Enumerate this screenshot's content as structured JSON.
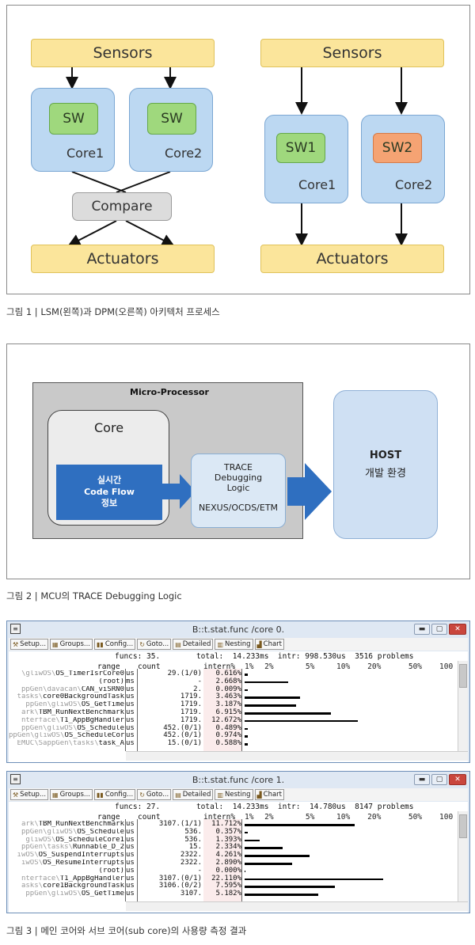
{
  "fig1": {
    "left": {
      "sensors": "Sensors",
      "sw1": "SW",
      "sw2": "SW",
      "core1": "Core1",
      "core2": "Core2",
      "compare": "Compare",
      "actuators": "Actuators"
    },
    "right": {
      "sensors": "Sensors",
      "sw1": "SW1",
      "sw2": "SW2",
      "core1": "Core1",
      "core2": "Core2",
      "actuators": "Actuators"
    },
    "caption": "그림 1 | LSM(왼쪽)과 DPM(오른쪽) 아키텍처 프로세스"
  },
  "fig2": {
    "mp_title": "Micro-Processor",
    "core_label": "Core",
    "rt_line1": "실시간",
    "rt_line2": "Code Flow",
    "rt_line3": "정보",
    "trace_line1": "TRACE",
    "trace_line2": "Debugging",
    "trace_line3": "Logic",
    "trace_line4": "NEXUS/OCDS/ETM",
    "host_title": "HOST",
    "host_sub": "개발 환경",
    "caption": "그림 2 | MCU의 TRACE Debugging Logic"
  },
  "fig3": {
    "toolbar": [
      "Setup...",
      "Groups...",
      "Config...",
      "Goto...",
      "Detailed",
      "Nesting",
      "Chart"
    ],
    "columns": {
      "range": "range",
      "count": "count",
      "intern": "intern%"
    },
    "scale": [
      "1%",
      "2%",
      "5%",
      "10%",
      "20%",
      "50%",
      "100"
    ],
    "scale_values": [
      1,
      2,
      5,
      10,
      20,
      50,
      100
    ],
    "win0": {
      "title": "B::t.stat.func /core 0.",
      "summary": "funcs: 35.        total:  14.233ms  intr: 998.530us  3516 problems",
      "rows": [
        {
          "prefix": "\\gliwOS\\",
          "name": "OS_TimerIsrCore0",
          "unit": "us",
          "count": "29.(1/0)",
          "pct": "0.616%",
          "value": 0.616
        },
        {
          "prefix": "",
          "name": "(root)",
          "unit": "ms",
          "count": "-",
          "pct": "2.668%",
          "value": 2.668
        },
        {
          "prefix": "ppGen\\davacan\\",
          "name": "CAN_viSRN0",
          "unit": "us",
          "count": "2.",
          "pct": "0.009%",
          "value": 0.009
        },
        {
          "prefix": "tasks\\",
          "name": "core0BackgroundTask",
          "unit": "us",
          "count": "1719.",
          "pct": "3.463%",
          "value": 3.463
        },
        {
          "prefix": "ppGen\\gliwOS\\",
          "name": "OS_GetTime",
          "unit": "us",
          "count": "1719.",
          "pct": "3.187%",
          "value": 3.187
        },
        {
          "prefix": "ark\\",
          "name": "TBM_RunNextBenchmark",
          "unit": "us",
          "count": "1719.",
          "pct": "6.915%",
          "value": 6.915
        },
        {
          "prefix": "nterface\\",
          "name": "T1_AppBgHandler",
          "unit": "us",
          "count": "1719.",
          "pct": "12.672%",
          "value": 12.672
        },
        {
          "prefix": "ppGen\\gliwOS\\",
          "name": "OS_Schedule",
          "unit": "us",
          "count": "452.(0/1)",
          "pct": "0.489%",
          "value": 0.489
        },
        {
          "prefix": "ppGen\\gliwOS\\",
          "name": "OS_ScheduleCore0",
          "unit": "us",
          "count": "452.(0/1)",
          "pct": "0.974%",
          "value": 0.974
        },
        {
          "prefix": "EMUC\\SappGen\\tasks\\",
          "name": "task_A",
          "unit": "us",
          "count": "15.(0/1)",
          "pct": "0.588%",
          "value": 0.588
        }
      ]
    },
    "win1": {
      "title": "B::t.stat.func /core 1.",
      "summary": "funcs: 27.        total:  14.233ms  intr:  14.780us  8147 problems",
      "rows": [
        {
          "prefix": "ark\\",
          "name": "TBM_RunNextBenchmark",
          "unit": "us",
          "count": "3107.(1/1)",
          "pct": "11.712%",
          "value": 11.712
        },
        {
          "prefix": "ppGen\\gliwOS\\",
          "name": "OS_Schedule",
          "unit": "us",
          "count": "536.",
          "pct": "0.357%",
          "value": 0.357
        },
        {
          "prefix": "gliwOS\\",
          "name": "OS_ScheduleCore1",
          "unit": "us",
          "count": "536.",
          "pct": "1.393%",
          "value": 1.393
        },
        {
          "prefix": "ppGen\\tasks\\",
          "name": "Runnable_D_2",
          "unit": "us",
          "count": "15.",
          "pct": "2.334%",
          "value": 2.334
        },
        {
          "prefix": "iwOS\\",
          "name": "OS_SuspendInterrupts",
          "unit": "us",
          "count": "2322.",
          "pct": "4.261%",
          "value": 4.261
        },
        {
          "prefix": "iwOS\\",
          "name": "OS_ResumeInterrupts",
          "unit": "us",
          "count": "2322.",
          "pct": "2.890%",
          "value": 2.89
        },
        {
          "prefix": "",
          "name": "(root)",
          "unit": "us",
          "count": "-",
          "pct": "0.000%",
          "value": 0.0
        },
        {
          "prefix": "nterface\\",
          "name": "T1_AppBgHandler",
          "unit": "us",
          "count": "3107.(0/1)",
          "pct": "22.110%",
          "value": 22.11
        },
        {
          "prefix": "asks\\",
          "name": "core1BackgroundTask",
          "unit": "us",
          "count": "3106.(0/2)",
          "pct": "7.595%",
          "value": 7.595
        },
        {
          "prefix": "ppGen\\gliwOS\\",
          "name": "OS_GetTime",
          "unit": "us",
          "count": "3107.",
          "pct": "5.182%",
          "value": 5.182
        }
      ]
    },
    "caption": "그림 3 | 메인 코어와 서브 코어(sub core)의 사용량 측정 결과"
  },
  "colors": {
    "sensor": "#fbe59b",
    "core": "#bcd8f2",
    "sw": "#9fd87d",
    "sw_alt": "#f5a373",
    "compare": "#dcdcdc",
    "realtime": "#2f6fc0",
    "arrow": "#2f6fc0"
  }
}
